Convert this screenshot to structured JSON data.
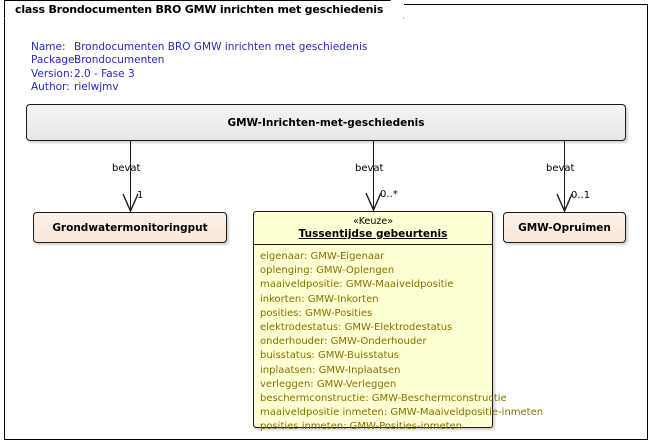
{
  "diagram": {
    "tab_title": "class Brondocumenten BRO GMW inrichten met geschiedenis",
    "meta": [
      {
        "key": "Name:",
        "value": "Brondocumenten BRO GMW inrichten met geschiedenis"
      },
      {
        "key": "Package:",
        "value": "Brondocumenten"
      },
      {
        "key": "Version:",
        "value": "2.0 - Fase 3"
      },
      {
        "key": "Author:",
        "value": "rielwjmv"
      }
    ],
    "meta_color": "#2929c2"
  },
  "classes": {
    "root": {
      "name": "GMW-Inrichten-met-geschiedenis",
      "fill": "#eeeeee"
    },
    "left": {
      "name": "Grondwatermonitoringput",
      "fill": "#f9e6d7"
    },
    "right": {
      "name": "GMW-Opruimen",
      "fill": "#f9e6d7"
    },
    "center": {
      "stereotype": "«Keuze»",
      "name": "Tussentijdse gebeurtenis",
      "fill": "#ffffd4",
      "attr_color": "#857100",
      "attributes": [
        "eigenaar: GMW-Eigenaar",
        "oplenging: GMW-Oplengen",
        "maaiveldpositie: GMW-Maaiveldpositie",
        "inkorten: GMW-Inkorten",
        "posities: GMW-Posities",
        "elektrodestatus: GMW-Elektrodestatus",
        "onderhouder: GMW-Onderhouder",
        "buisstatus: GMW-Buisstatus",
        "inplaatsen: GMW-Inplaatsen",
        "verleggen: GMW-Verleggen",
        "beschermconstructie: GMW-Beschermconstructie",
        "maaiveldpositie inmeten: GMW-Maaiveldpositie-inmeten",
        "posities inmeten: GMW-Posities-inmeten"
      ]
    }
  },
  "connectors": [
    {
      "label": "bevat",
      "multiplicity": "1",
      "target": "Grondwatermonitoringput"
    },
    {
      "label": "bevat",
      "multiplicity": "0..*",
      "target": "Tussentijdse gebeurtenis"
    },
    {
      "label": "bevat",
      "multiplicity": "0..1",
      "target": "GMW-Opruimen"
    }
  ]
}
